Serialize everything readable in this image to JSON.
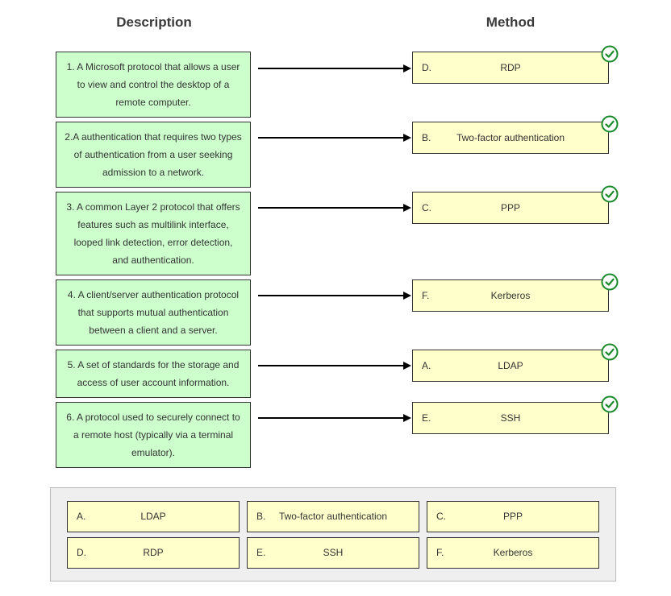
{
  "headers": {
    "description": "Description",
    "method": "Method"
  },
  "status_color": "#1a8a2a",
  "status_icon": "check-circle-icon",
  "rows": [
    {
      "description": "1. A Microsoft protocol that allows a user to view and control the desktop of a remote computer.",
      "answer_letter": "D.",
      "answer_name": "RDP",
      "status": "correct"
    },
    {
      "description": "2.A authentication that requires two types of authentication from a user seeking admission to a network.",
      "answer_letter": "B.",
      "answer_name": "Two-factor authentication",
      "status": "correct"
    },
    {
      "description": "3. A common Layer 2 protocol that offers features such as multilink interface, looped link detection, error detection, and authentication.",
      "answer_letter": "C.",
      "answer_name": "PPP",
      "status": "correct"
    },
    {
      "description": "4. A client/server authentication protocol that supports mutual authentication between a client and a server.",
      "answer_letter": "F.",
      "answer_name": "Kerberos",
      "status": "correct"
    },
    {
      "description": "5. A set of standards for the storage and access of user account information.",
      "answer_letter": "A.",
      "answer_name": "LDAP",
      "status": "correct"
    },
    {
      "description": "6. A protocol used to securely connect to a remote host (typically via a terminal emulator).",
      "answer_letter": "E.",
      "answer_name": "SSH",
      "status": "correct"
    }
  ],
  "options": [
    {
      "letter": "A.",
      "name": "LDAP"
    },
    {
      "letter": "B.",
      "name": "Two-factor authentication"
    },
    {
      "letter": "C.",
      "name": "PPP"
    },
    {
      "letter": "D.",
      "name": "RDP"
    },
    {
      "letter": "E.",
      "name": "SSH"
    },
    {
      "letter": "F.",
      "name": "Kerberos"
    }
  ]
}
